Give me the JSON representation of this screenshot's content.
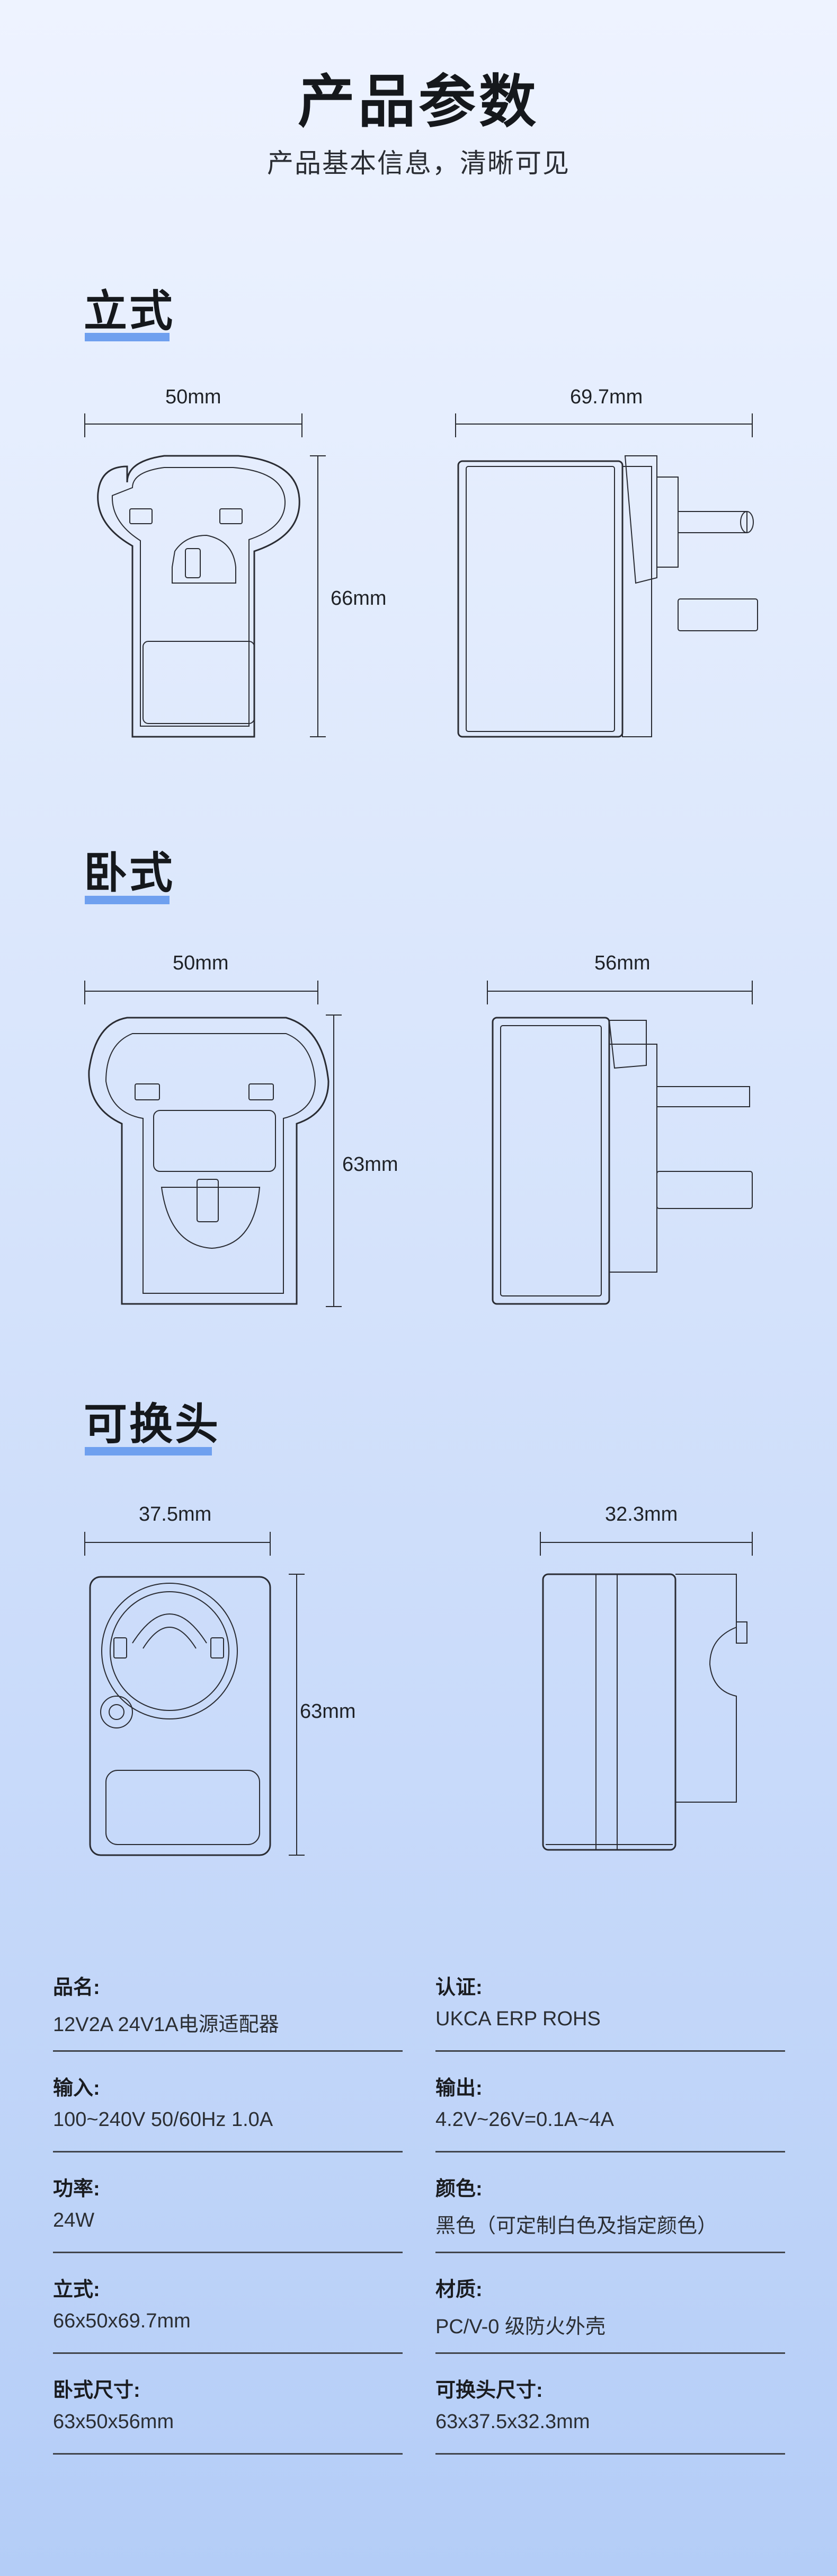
{
  "header": {
    "title": "产品参数",
    "subtitle": "产品基本信息，清晰可见"
  },
  "sections": [
    {
      "title": "立式",
      "dims": {
        "front_width": "50mm",
        "front_height": "66mm",
        "side_width": "69.7mm"
      }
    },
    {
      "title": "卧式",
      "dims": {
        "front_width": "50mm",
        "front_height": "63mm",
        "side_width": "56mm"
      }
    },
    {
      "title": "可换头",
      "dims": {
        "front_width": "37.5mm",
        "front_height": "63mm",
        "side_width": "32.3mm"
      }
    }
  ],
  "specs": [
    {
      "label": "品名:",
      "value": "12V2A 24V1A电源适配器"
    },
    {
      "label": "认证:",
      "value": "UKCA ERP ROHS"
    },
    {
      "label": "输入:",
      "value": "100~240V 50/60Hz 1.0A"
    },
    {
      "label": "输出:",
      "value": "4.2V~26V=0.1A~4A"
    },
    {
      "label": "功率:",
      "value": "24W"
    },
    {
      "label": "颜色:",
      "value": "黑色（可定制白色及指定颜色）"
    },
    {
      "label": "立式:",
      "value": "66x50x69.7mm"
    },
    {
      "label": "材质:",
      "value": "PC/V-0 级防火外壳"
    },
    {
      "label": "卧式尺寸:",
      "value": "63x50x56mm"
    },
    {
      "label": "可换头尺寸:",
      "value": "63x37.5x32.3mm"
    }
  ],
  "colors": {
    "accent": "#6fa0ef",
    "line": "#2a2c33"
  }
}
